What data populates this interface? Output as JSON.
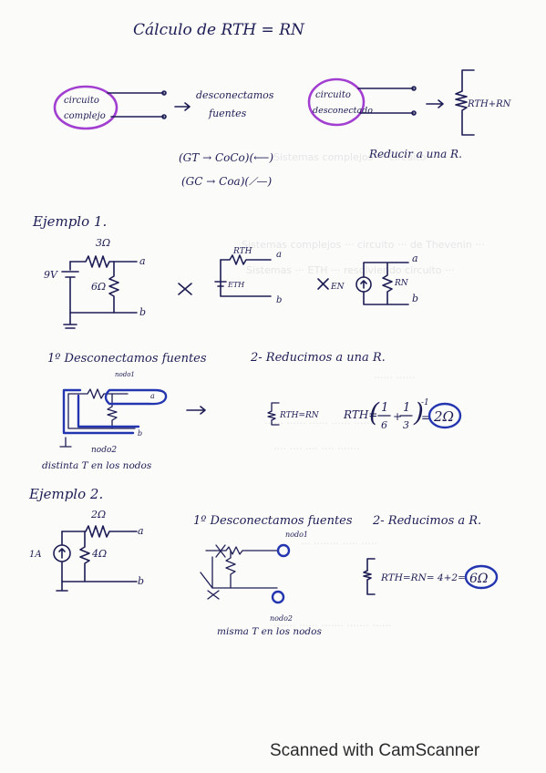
{
  "title": "Cálculo de RTH = RN",
  "top": {
    "box1": [
      "circuito",
      "complejo"
    ],
    "arrow_text": [
      "desconectamos",
      "fuentes"
    ],
    "box2": [
      "circuito",
      "desconectado"
    ],
    "resistor_label": "RTH+RN",
    "reduce": "Reducir a una R.",
    "rule1": "(GT → CoCo)(⟵)",
    "rule2": "(GC → Coa)(⟋—)"
  },
  "ej1": {
    "heading": "Ejemplo 1.",
    "r1": "3Ω",
    "v": "9V",
    "r2": "6Ω",
    "a": "a",
    "b": "b",
    "rth": "RTH",
    "eth": "ETH",
    "en": "EN",
    "rn": "RN",
    "step1": "1º Desconectamos fuentes",
    "step2": "2- Reducimos a una R.",
    "nodo1": "nodo1",
    "nodo2": "nodo2",
    "note": "distinta T en los nodos",
    "rtn": "RTH=RN",
    "formula_lhs": "RTH=",
    "f1n": "1",
    "f1d": "6",
    "f2n": "1",
    "f2d": "3",
    "exp": "-1",
    "result": "2Ω"
  },
  "ej2": {
    "heading": "Ejemplo 2.",
    "r1": "2Ω",
    "i": "1A",
    "r2": "4Ω",
    "a": "a",
    "b": "b",
    "step1": "1º Desconectamos fuentes",
    "step2": "2- Reducimos a R.",
    "nodo1": "nodo1",
    "nodo2": "nodo2",
    "note": "misma T en los nodos",
    "formula": "RTH=RN= 4+2=",
    "result": "6Ω"
  },
  "footer": "Scanned with CamScanner"
}
